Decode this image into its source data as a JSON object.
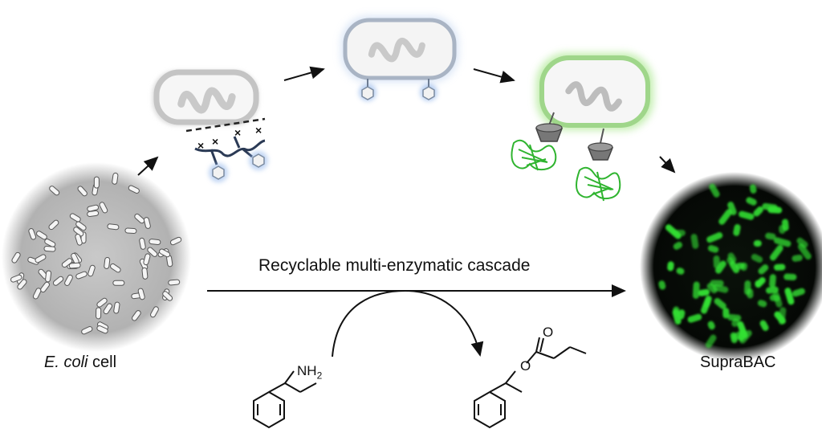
{
  "labels": {
    "ecoli_italic": "E. coli",
    "ecoli_rest": " cell",
    "supra": "SupraBAC",
    "cascade": "Recyclable multi-enzymatic cascade"
  },
  "chem": {
    "amine_group": "NH",
    "amine_sub": "2",
    "ester_o": "O",
    "carbonyl_o": "O"
  },
  "colors": {
    "arrow": "#111111",
    "cell_shell": "#bfbfbf",
    "glow_blue": "#8fb4ea",
    "glow_green": "#7fe05a",
    "gfp_green": "#2fb42f",
    "polymer": "#2b3a55",
    "fluor_bg": "#050a05",
    "fluor_green": "#33e033"
  }
}
